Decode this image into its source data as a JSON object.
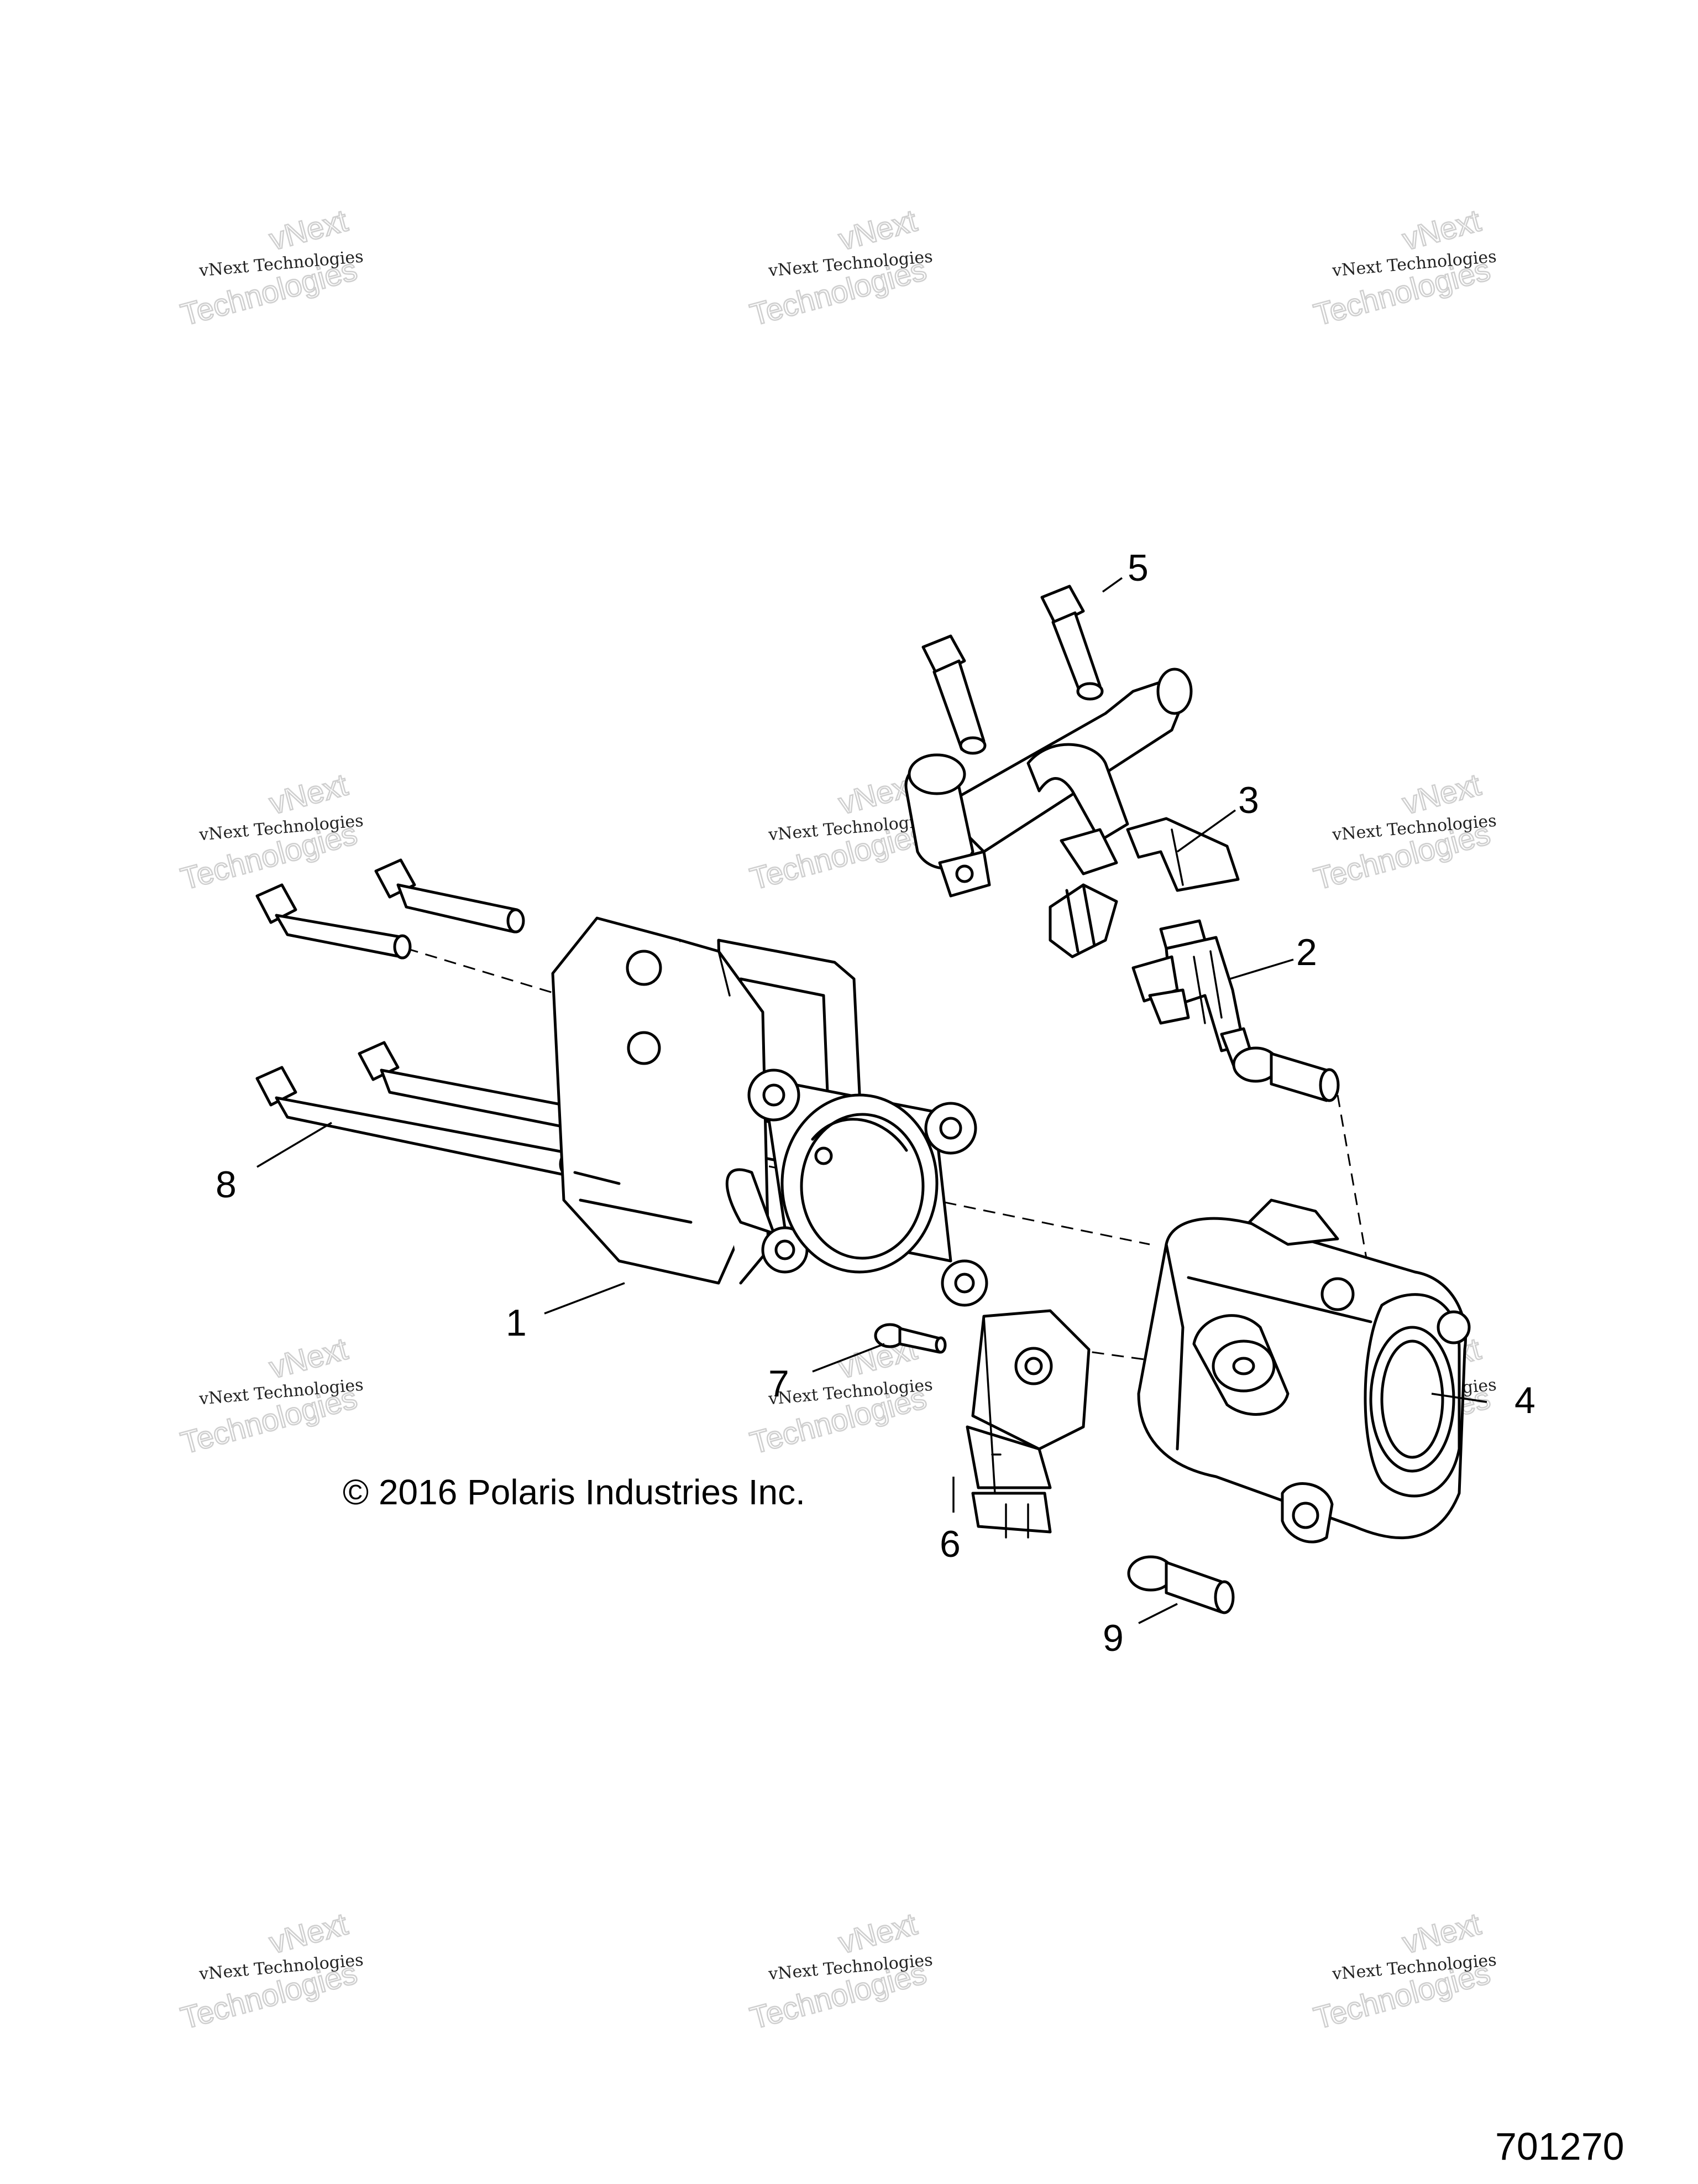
{
  "diagram": {
    "copyright": "© 2016 Polaris Industries Inc.",
    "figure_number": "701270",
    "callouts": [
      "1",
      "2",
      "3",
      "4",
      "5",
      "6",
      "7",
      "8",
      "9"
    ],
    "watermark": {
      "line_small": "vNext Technologies",
      "line_large_top": "vNext",
      "line_large_bottom": "Technologies"
    }
  }
}
